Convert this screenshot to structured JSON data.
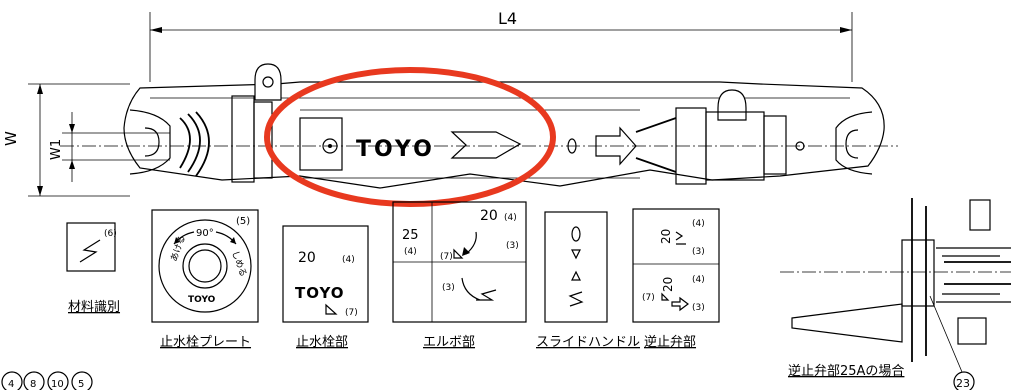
{
  "dimensions": {
    "overall_length": "L4",
    "width": "W",
    "width1": "W1"
  },
  "body_text": "TOYO",
  "material_id": {
    "ref": "(6)",
    "caption": "材料識別"
  },
  "stop_plate": {
    "ref": "(5)",
    "angle": "90°",
    "text_left": "あける",
    "text_right": "しめる",
    "logo": "TOYO",
    "caption": "止水栓プレート"
  },
  "stop_part": {
    "size": "20",
    "ref_size": "(4)",
    "logo": "TOYO",
    "ref_mark": "(7)",
    "caption": "止水栓部"
  },
  "elbow": {
    "size_a": "20",
    "size_b": "25",
    "ref_a": "(4)",
    "ref_b": "(4)",
    "ref_c": "(3)",
    "ref_d": "(7)",
    "ref_e": "(3)",
    "caption": "エルボ部"
  },
  "slide_handle": {
    "caption": "スライドハンドル"
  },
  "check_valve": {
    "size_a": "20",
    "size_b": "20",
    "ref_a": "(4)",
    "ref_b": "(3)",
    "ref_c": "(4)",
    "ref_d": "(7)",
    "ref_e": "(3)",
    "caption": "逆止弁部"
  },
  "check_valve_25a": {
    "caption": "逆止弁部25Aの場合",
    "ref": "23"
  },
  "footer_refs": [
    "4",
    "8",
    "10",
    "5"
  ],
  "colors": {
    "line": "#000000",
    "highlight": "#e8391f"
  }
}
